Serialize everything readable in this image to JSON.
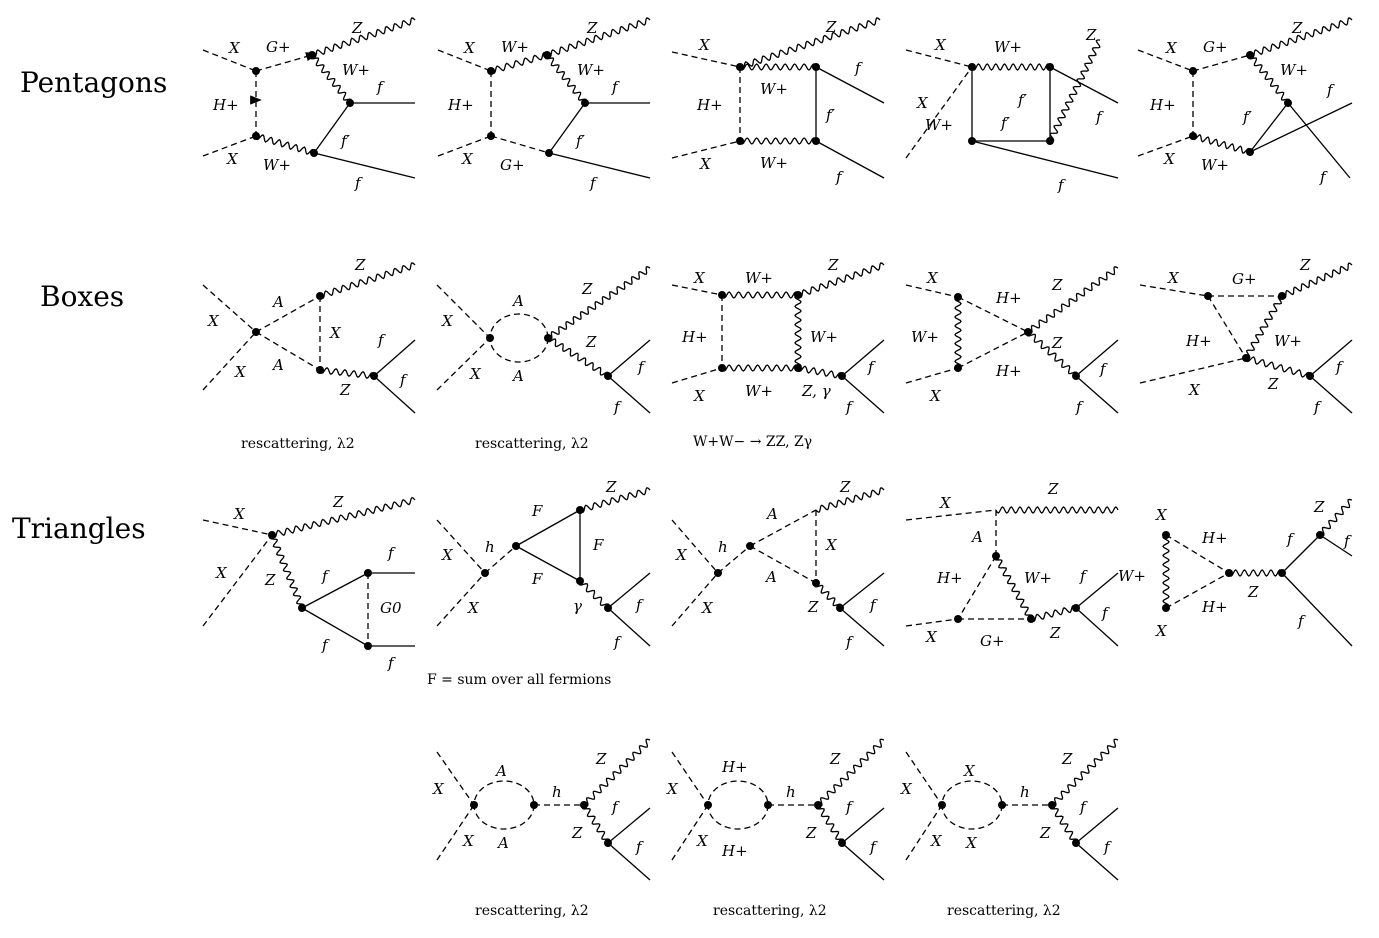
{
  "row_labels": {
    "pentagons": "Pentagons",
    "boxes": "Boxes",
    "triangles": "Triangles"
  },
  "captions": {
    "box1": "rescattering, λ2",
    "box2": "rescattering, λ2",
    "box3": "W+W− → ZZ, Zγ",
    "tri2": "F = sum over all fermions",
    "bub1": "rescattering, λ2",
    "bub2": "rescattering, λ2",
    "bub3": "rescattering, λ2"
  },
  "diagrams": [
    {
      "id": "pent1",
      "labels": [
        "X",
        "G+",
        "Z",
        "W+",
        "H+",
        "f",
        "f′",
        "X",
        "W+",
        "f"
      ]
    },
    {
      "id": "pent2",
      "labels": [
        "X",
        "W+",
        "Z",
        "W+",
        "H+",
        "f",
        "f′",
        "X",
        "G+",
        "f"
      ]
    },
    {
      "id": "pent3",
      "labels": [
        "X",
        "Z",
        "W+",
        "f",
        "H+",
        "f′",
        "X",
        "W+",
        "f"
      ]
    },
    {
      "id": "pent4",
      "labels": [
        "X",
        "W+",
        "Z",
        "X",
        "W+",
        "f′",
        "f′",
        "f",
        "f"
      ]
    },
    {
      "id": "pent5",
      "labels": [
        "X",
        "G+",
        "Z",
        "W+",
        "H+",
        "f",
        "f′",
        "X",
        "W+",
        "f"
      ]
    },
    {
      "id": "box1",
      "labels": [
        "Z",
        "A",
        "X",
        "X",
        "f",
        "A",
        "X",
        "f",
        "Z"
      ]
    },
    {
      "id": "box2",
      "labels": [
        "A",
        "Z",
        "X",
        "Z",
        "f",
        "X",
        "A",
        "f"
      ]
    },
    {
      "id": "box3",
      "labels": [
        "X",
        "W+",
        "Z",
        "H+",
        "W+",
        "f",
        "X",
        "W+",
        "Z, γ",
        "f"
      ]
    },
    {
      "id": "box4",
      "labels": [
        "X",
        "H+",
        "Z",
        "W+",
        "Z",
        "H+",
        "f",
        "X",
        "f"
      ]
    },
    {
      "id": "box5",
      "labels": [
        "X",
        "G+",
        "Z",
        "H+",
        "W+",
        "f",
        "X",
        "Z",
        "f"
      ]
    },
    {
      "id": "tri1",
      "labels": [
        "X",
        "Z",
        "f",
        "X",
        "Z",
        "G0",
        "f",
        "f",
        "f"
      ]
    },
    {
      "id": "tri2",
      "labels": [
        "F",
        "Z",
        "F",
        "h",
        "X",
        "F",
        "γ",
        "f",
        "X",
        "f"
      ]
    },
    {
      "id": "tri3",
      "labels": [
        "A",
        "Z",
        "X",
        "h",
        "X",
        "A",
        "Z",
        "f",
        "X",
        "f"
      ]
    },
    {
      "id": "tri4",
      "labels": [
        "X",
        "Z",
        "A",
        "H+",
        "W+",
        "f",
        "W+",
        "X",
        "G+",
        "Z",
        "f"
      ]
    },
    {
      "id": "tri5",
      "labels": [
        "X",
        "H+",
        "Z",
        "f",
        "f",
        "Z",
        "H+",
        "X",
        "f"
      ]
    },
    {
      "id": "bub1",
      "labels": [
        "A",
        "Z",
        "X",
        "h",
        "f",
        "Z",
        "X",
        "A",
        "f"
      ]
    },
    {
      "id": "bub2",
      "labels": [
        "H+",
        "X",
        "h",
        "Z",
        "f",
        "Z",
        "X",
        "H+",
        "f"
      ]
    },
    {
      "id": "bub3",
      "labels": [
        "X",
        "Z",
        "X",
        "h",
        "f",
        "Z",
        "X",
        "X",
        "f"
      ]
    }
  ]
}
